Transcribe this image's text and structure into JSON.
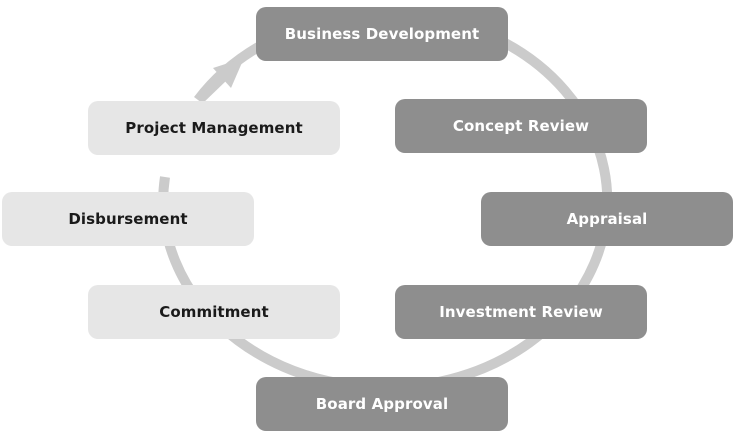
{
  "diagram": {
    "colors": {
      "dark_box": "#8e8e8e",
      "light_box": "#e6e6e6",
      "ring": "#cbcbcb",
      "dark_text": "#ffffff",
      "light_text": "#1a1a1a"
    },
    "stages": [
      {
        "label": "Business Development",
        "style": "dark"
      },
      {
        "label": "Concept Review",
        "style": "dark"
      },
      {
        "label": "Appraisal",
        "style": "dark"
      },
      {
        "label": "Investment Review",
        "style": "dark"
      },
      {
        "label": "Board Approval",
        "style": "dark"
      },
      {
        "label": "Commitment",
        "style": "light"
      },
      {
        "label": "Disbursement",
        "style": "light"
      },
      {
        "label": "Project Management",
        "style": "light"
      }
    ],
    "cycle_arrow": "arrow-up-right-icon"
  }
}
